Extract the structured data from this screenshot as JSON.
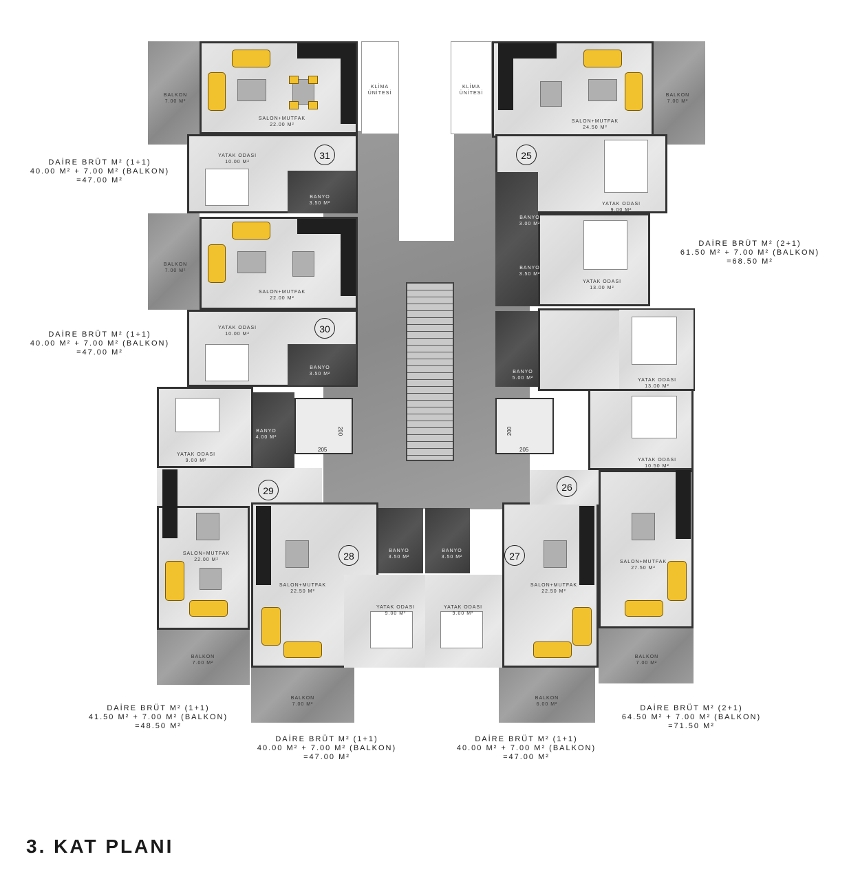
{
  "title": "3. KAT PLANI",
  "units": [
    {
      "num": "31",
      "lines": [
        "DAİRE BRÜT M² (1+1)",
        "40.00 M² + 7.00 M² (BALKON)",
        "=47.00 M²"
      ]
    },
    {
      "num": "30",
      "lines": [
        "DAİRE BRÜT M² (1+1)",
        "40.00 M² + 7.00 M² (BALKON)",
        "=47.00 M²"
      ]
    },
    {
      "num": "29",
      "lines": [
        "DAİRE BRÜT M² (1+1)",
        "41.50 M² + 7.00 M² (BALKON)",
        "=48.50 M²"
      ]
    },
    {
      "num": "28",
      "lines": [
        "DAİRE BRÜT M² (1+1)",
        "40.00 M² + 7.00 M² (BALKON)",
        "=47.00 M²"
      ]
    },
    {
      "num": "27",
      "lines": [
        "DAİRE BRÜT M² (1+1)",
        "40.00 M² + 7.00 M² (BALKON)",
        "=47.00 M²"
      ]
    },
    {
      "num": "26",
      "lines": [
        "DAİRE BRÜT M² (2+1)",
        "64.50 M² + 7.00 M² (BALKON)",
        "=71.50 M²"
      ]
    },
    {
      "num": "25",
      "lines": [
        "DAİRE BRÜT M² (2+1)",
        "61.50 M² + 7.00 M² (BALKON)",
        "=68.50 M²"
      ]
    }
  ],
  "rooms": {
    "u31_balkon": [
      "BALKON",
      "7.00 M²"
    ],
    "u31_salon": [
      "SALON+MUTFAK",
      "22.00 M²"
    ],
    "u31_yatak": [
      "YATAK ODASI",
      "10.00 M²"
    ],
    "u31_banyo": [
      "BANYO",
      "3.50 M²"
    ],
    "klima_left": [
      "KLİMA",
      "ÜNİTESİ"
    ],
    "klima_right": [
      "KLİMA",
      "ÜNİTESİ"
    ],
    "u30_balkon": [
      "BALKON",
      "7.00 M²"
    ],
    "u30_salon": [
      "SALON+MUTFAK",
      "22.00 M²"
    ],
    "u30_yatak": [
      "YATAK ODASI",
      "10.00 M²"
    ],
    "u30_banyo": [
      "BANYO",
      "3.50 M²"
    ],
    "u29_yatak": [
      "YATAK ODASI",
      "9.00 M²"
    ],
    "u29_banyo": [
      "BANYO",
      "4.00 M²"
    ],
    "u29_salon": [
      "SALON+MUTFAK",
      "22.00 M²"
    ],
    "u29_balkon": [
      "BALKON",
      "7.00 M²"
    ],
    "u28_salon": [
      "SALON+MUTFAK",
      "22.50 M²"
    ],
    "u28_banyo": [
      "BANYO",
      "3.50 M²"
    ],
    "u28_yatak": [
      "YATAK ODASI",
      "9.00 M²"
    ],
    "u28_balkon": [
      "BALKON",
      "7.00 M²"
    ],
    "u27_salon": [
      "SALON+MUTFAK",
      "22.50 M²"
    ],
    "u27_banyo": [
      "BANYO",
      "3.50 M²"
    ],
    "u27_yatak": [
      "YATAK ODASI",
      "9.00 M²"
    ],
    "u27_balkon": [
      "BALKON",
      "6.00 M²"
    ],
    "u26_banyo": [
      "BANYO",
      "5.00 M²"
    ],
    "u26_yatak1": [
      "YATAK ODASI",
      "13.00 M²"
    ],
    "u26_yatak2": [
      "YATAK ODASI",
      "10.50 M²"
    ],
    "u26_salon": [
      "SALON+MUTFAK",
      "27.50 M²"
    ],
    "u26_balkon": [
      "BALKON",
      "7.00 M²"
    ],
    "u25_salon": [
      "SALON+MUTFAK",
      "24.50 M²"
    ],
    "u25_balkon": [
      "BALKON",
      "7.00 M²"
    ],
    "u25_yatak1": [
      "YATAK ODASI",
      "9.00 M²"
    ],
    "u25_banyo1": [
      "BANYO",
      "3.00 M²"
    ],
    "u25_banyo2": [
      "BANYO",
      "3.50 M²"
    ],
    "u25_yatak2": [
      "YATAK ODASI",
      "13.00 M²"
    ]
  },
  "lifts": {
    "left_w": "205",
    "left_h": "200",
    "right_w": "205",
    "right_h": "200"
  }
}
